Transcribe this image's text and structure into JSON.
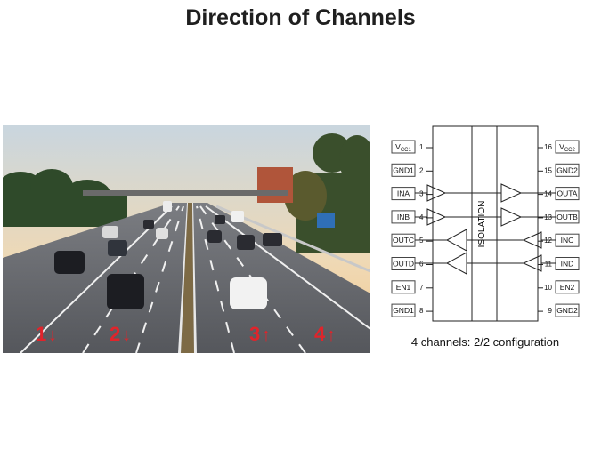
{
  "title": "Direction of Channels",
  "photo": {
    "lanes": [
      {
        "label": "1",
        "arrow": "↓"
      },
      {
        "label": "2",
        "arrow": "↓"
      },
      {
        "label": "3",
        "arrow": "↑"
      },
      {
        "label": "4",
        "arrow": "↑"
      }
    ],
    "lane_label_color": "#e0242b"
  },
  "ic": {
    "center_label": "ISOLATION",
    "left_pins": [
      {
        "name": "VCC1",
        "num": "1"
      },
      {
        "name": "GND1",
        "num": "2"
      },
      {
        "name": "INA",
        "num": "3"
      },
      {
        "name": "INB",
        "num": "4"
      },
      {
        "name": "OUTC",
        "num": "5"
      },
      {
        "name": "OUTD",
        "num": "6"
      },
      {
        "name": "EN1",
        "num": "7"
      },
      {
        "name": "GND1",
        "num": "8"
      }
    ],
    "right_pins": [
      {
        "name": "VCC2",
        "num": "16"
      },
      {
        "name": "GND2",
        "num": "15"
      },
      {
        "name": "OUTA",
        "num": "14"
      },
      {
        "name": "OUTB",
        "num": "13"
      },
      {
        "name": "INC",
        "num": "12"
      },
      {
        "name": "IND",
        "num": "11"
      },
      {
        "name": "EN2",
        "num": "10"
      },
      {
        "name": "GND2",
        "num": "9"
      }
    ]
  },
  "caption": "4 channels: 2/2 configuration"
}
